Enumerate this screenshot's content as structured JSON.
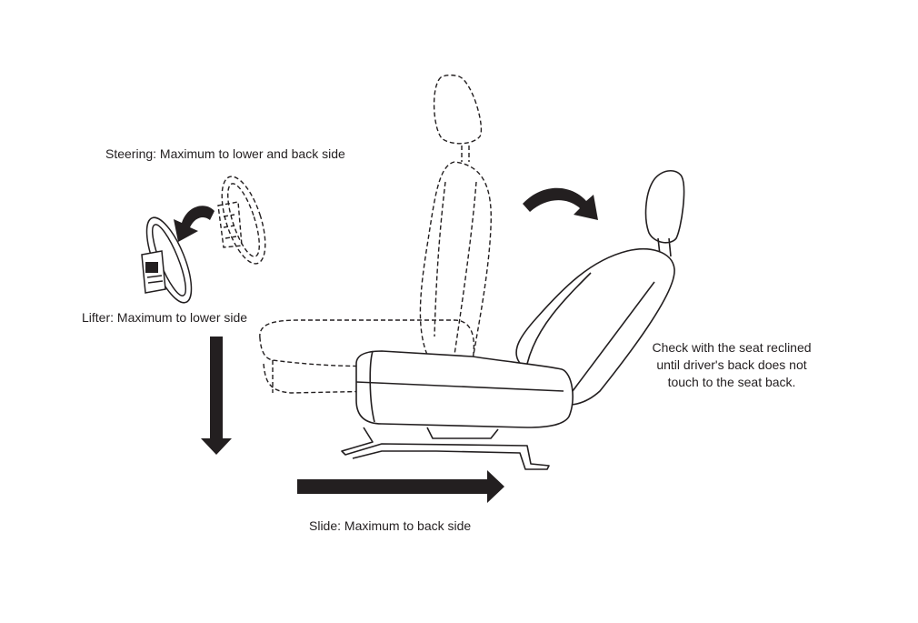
{
  "labels": {
    "steering": "Steering: Maximum to lower and back side",
    "lifter": "Lifter: Maximum to lower side",
    "slide": "Slide: Maximum to back side",
    "check_lines": [
      "Check with the seat reclined",
      "until driver's back does not",
      "touch to the seat back."
    ]
  },
  "colors": {
    "ink": "#231f20",
    "background": "#ffffff"
  },
  "icons": [
    "steering-wheel-icon",
    "car-seat-icon",
    "curved-arrow-icon",
    "down-arrow-icon",
    "right-arrow-icon"
  ]
}
